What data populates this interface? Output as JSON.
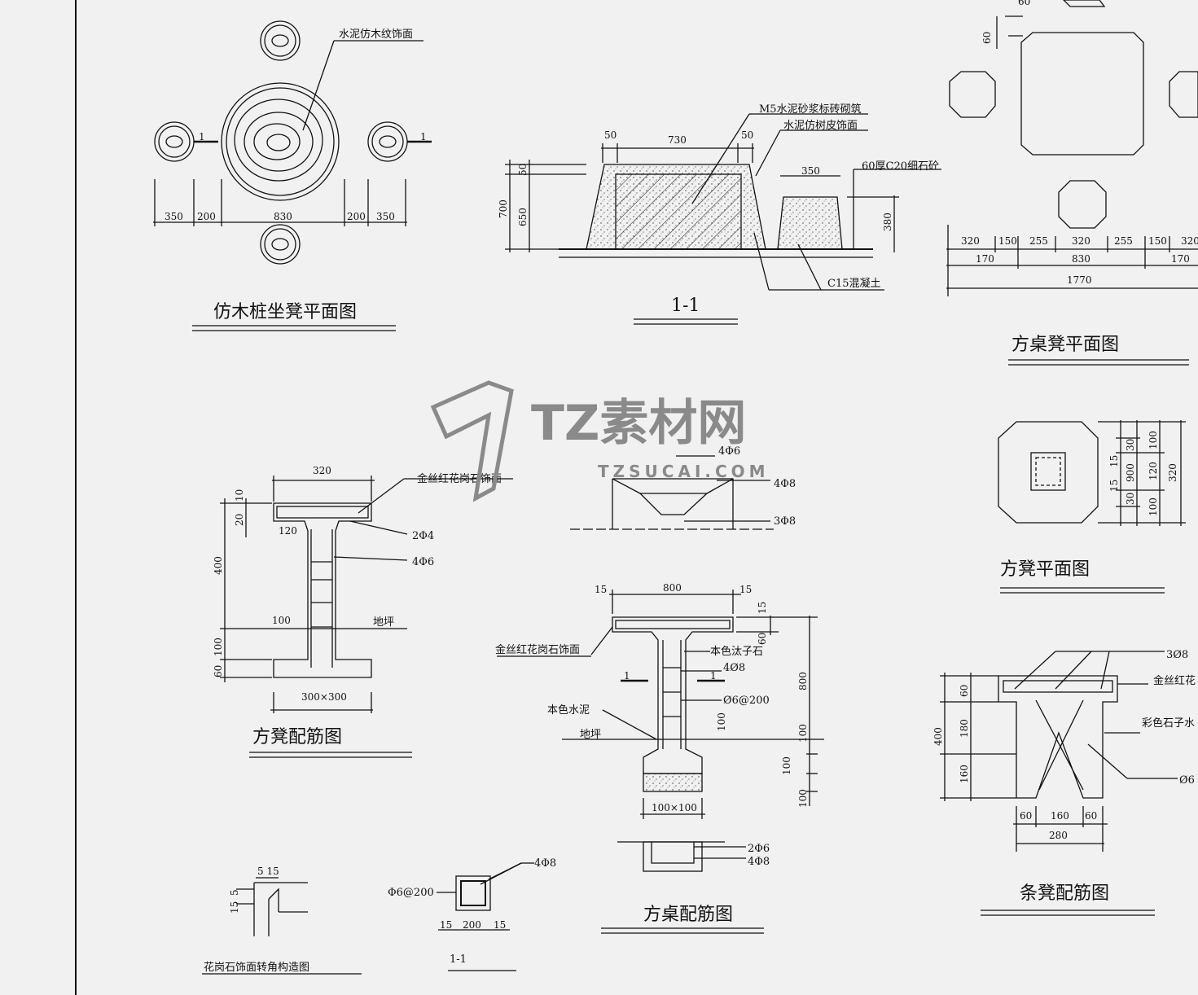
{
  "watermark": {
    "brand": "TZ素材网",
    "domain": "TZSUCAI.COM"
  },
  "titles": {
    "stool_plan": "仿木桩坐凳平面图",
    "section_1_1": "1-1",
    "square_table_stool_plan": "方桌凳平面图",
    "square_stool_plan": "方凳平面图",
    "square_stool_rebar": "方凳配筋图",
    "square_table_rebar": "方桌配筋图",
    "bench_rebar": "条凳配筋图",
    "granite_corner": "花岗石饰面转角构造图",
    "small_section": "1-1"
  },
  "notes": {
    "wood_grain_finish": "水泥仿木纹饰面",
    "m5_brick": "M5水泥砂浆标砖砌筑",
    "bark_finish": "水泥仿树皮饰面",
    "c20_stone": "60厚C20细石砼",
    "c15_concrete": "C15混凝土",
    "granite_finish": "金丝红花岗石饰面",
    "granite_finish_short": "金丝红花岗石饰面",
    "granite_finish_cut": "金丝红花",
    "ground": "地坪",
    "local_stone": "本色汰子石",
    "local_cement": "本色水泥",
    "colored_stone": "彩色石子水",
    "section_mark": "1"
  },
  "rebar": {
    "r_4phi6": "4Φ6",
    "r_4phi8": "4Φ8",
    "r_3phi8": "3Φ8",
    "r_2phi4": "2Φ4",
    "r_4o8": "4Ø8",
    "r_o6at200": "Ø6@200",
    "r_2phi6": "2Φ6",
    "r_phi6at200": "Φ6@200",
    "r_3o8": "3Ø8",
    "r_o6": "Ø6"
  },
  "dims": {
    "d350": "350",
    "d200": "200",
    "d830": "830",
    "d50": "50",
    "d730": "730",
    "d700": "700",
    "d650": "650",
    "d380": "380",
    "d320": "320",
    "d150": "150",
    "d255": "255",
    "d170": "170",
    "d1770": "1770",
    "d60": "60",
    "d10": "10",
    "d20": "20",
    "d120": "120",
    "d400": "400",
    "d100": "100",
    "d300x300": "300×300",
    "d15": "15",
    "d800": "800",
    "d100x100": "100×100",
    "d900": "900",
    "d30": "30",
    "d180": "180",
    "d160": "160",
    "d280": "280",
    "d5": "5",
    "d515": "5 15"
  }
}
